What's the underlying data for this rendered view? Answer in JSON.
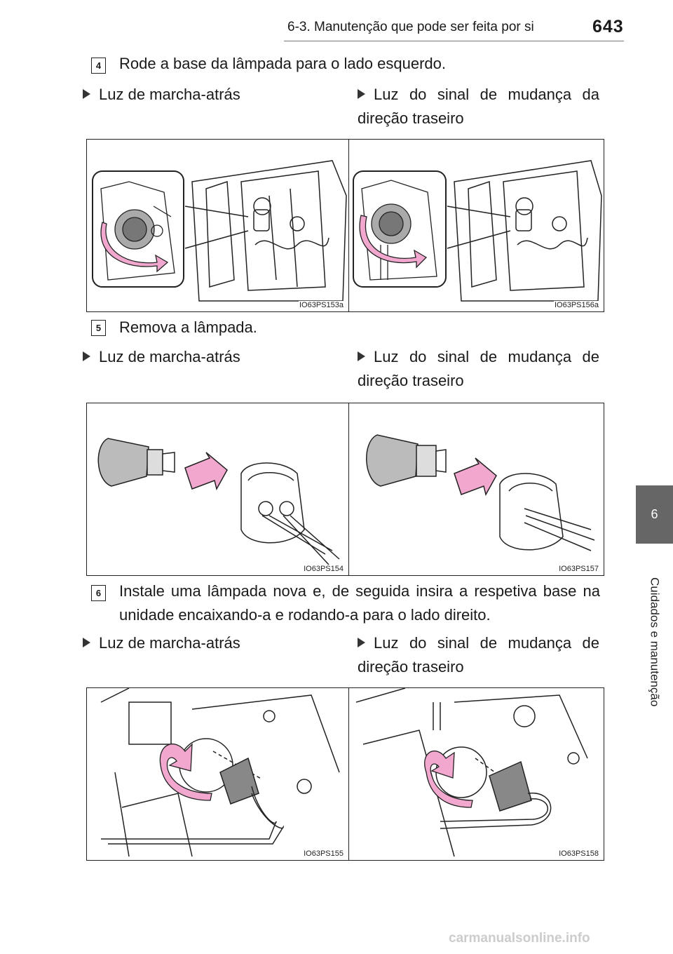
{
  "header": {
    "section_title": "6-3. Manutenção que pode ser feita por si",
    "page_number": "643"
  },
  "side_tab": {
    "chapter_number": "6",
    "chapter_label": "Cuidados e manutenção"
  },
  "steps": [
    {
      "number": "4",
      "text": "Rode a base da lâmpada para o lado esquerdo.",
      "items": [
        {
          "label": "Luz de marcha-atrás",
          "figure_code": "IO63PS153a"
        },
        {
          "label": "Luz do sinal de mudança da direção traseiro",
          "figure_code": "IO63PS156a"
        }
      ]
    },
    {
      "number": "5",
      "text": "Remova a lâmpada.",
      "items": [
        {
          "label": "Luz de marcha-atrás",
          "figure_code": "IO63PS154"
        },
        {
          "label": "Luz do sinal de mudança de direção traseiro",
          "figure_code": "IO63PS157"
        }
      ]
    },
    {
      "number": "6",
      "text": "Instale uma lâmpada nova e, de seguida insira a respetiva base na unidade encaixando-a e rodando-a para o lado direito.",
      "items": [
        {
          "label": "Luz de marcha-atrás",
          "figure_code": "IO63PS155"
        },
        {
          "label": "Luz do sinal de mudança de direção traseiro",
          "figure_code": "IO63PS158"
        }
      ]
    }
  ],
  "footer": {
    "watermark": "carmanualsonline.info"
  },
  "colors": {
    "arrow": "#f2a7cf",
    "side_tab": "#666666",
    "line": "#222222"
  }
}
